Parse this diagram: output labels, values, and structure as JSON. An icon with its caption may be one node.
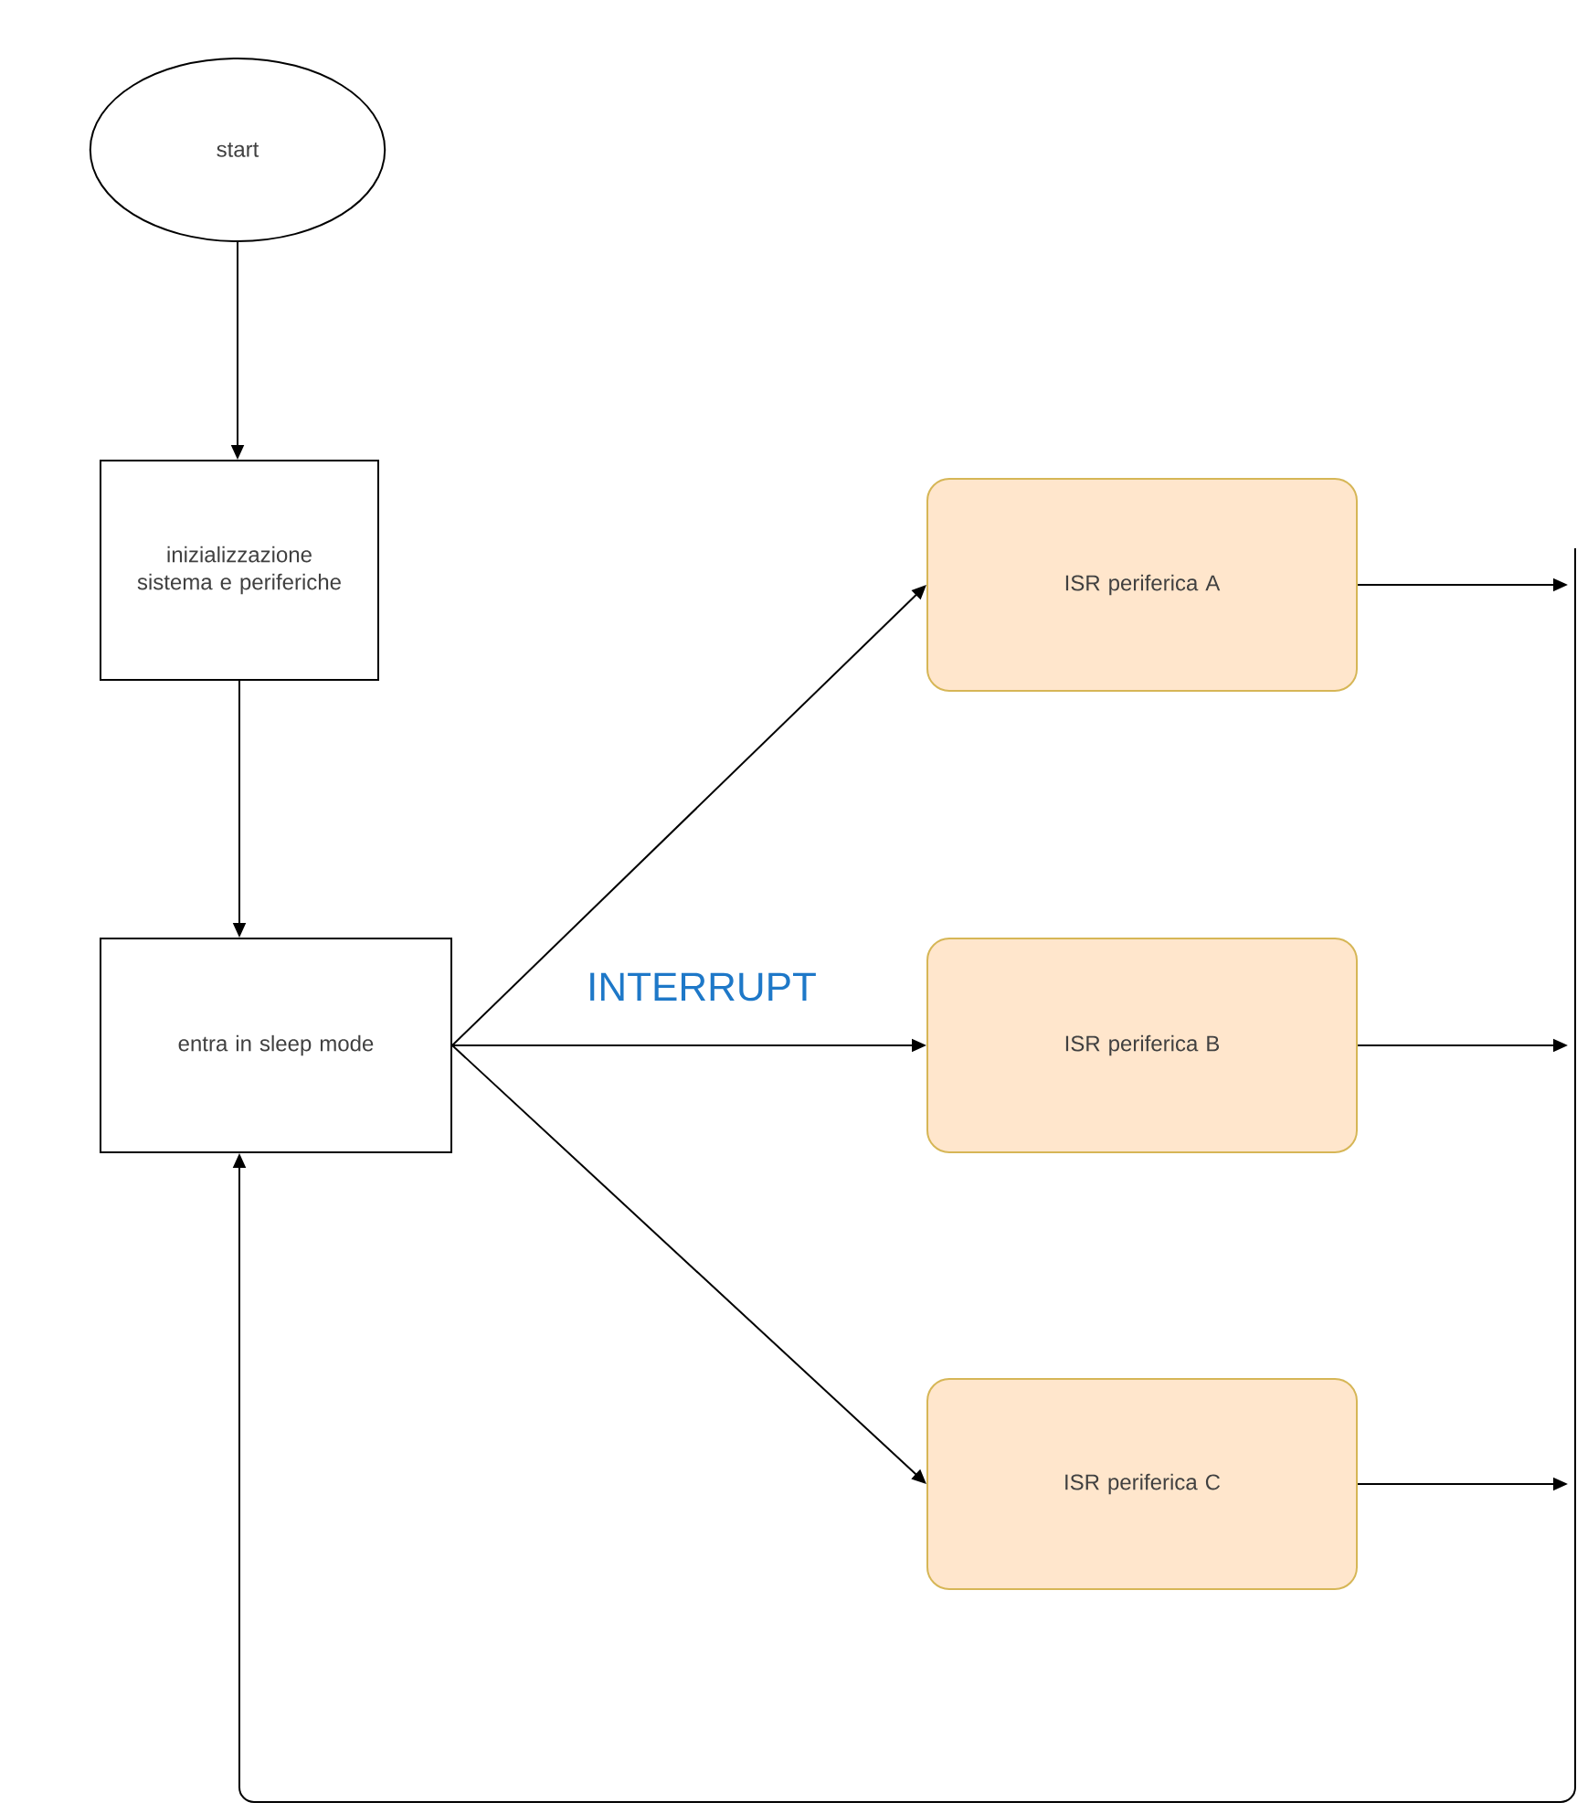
{
  "diagram": {
    "nodes": [
      {
        "text": [
          "start"
        ]
      },
      {
        "text": [
          "inizializzazione sistema e periferiche"
        ]
      },
      {
        "text": [
          "entra in sleep mode"
        ]
      },
      {
        "text": [
          "ISR periferica A"
        ]
      },
      {
        "text": [
          "ISR periferica B"
        ]
      },
      {
        "text": [
          "ISR periferica C"
        ]
      }
    ],
    "edges": [
      {
        "from": 0,
        "to": 1,
        "arrow": "to"
      },
      {
        "from": 1,
        "to": 2,
        "arrow": "to"
      },
      {
        "from": 2,
        "to": 3,
        "arrow": "to"
      },
      {
        "from": 2,
        "to": 4,
        "arrow": "to"
      },
      {
        "from": 2,
        "to": 5,
        "arrow": "to"
      },
      {
        "from": 3,
        "to": null,
        "arrow": "to"
      },
      {
        "from": 4,
        "to": null,
        "arrow": "to"
      },
      {
        "from": 5,
        "to": null,
        "arrow": "to"
      },
      {
        "from": null,
        "to": 2,
        "arrow": "to"
      }
    ],
    "labels": [
      "INTERRUPT"
    ]
  }
}
